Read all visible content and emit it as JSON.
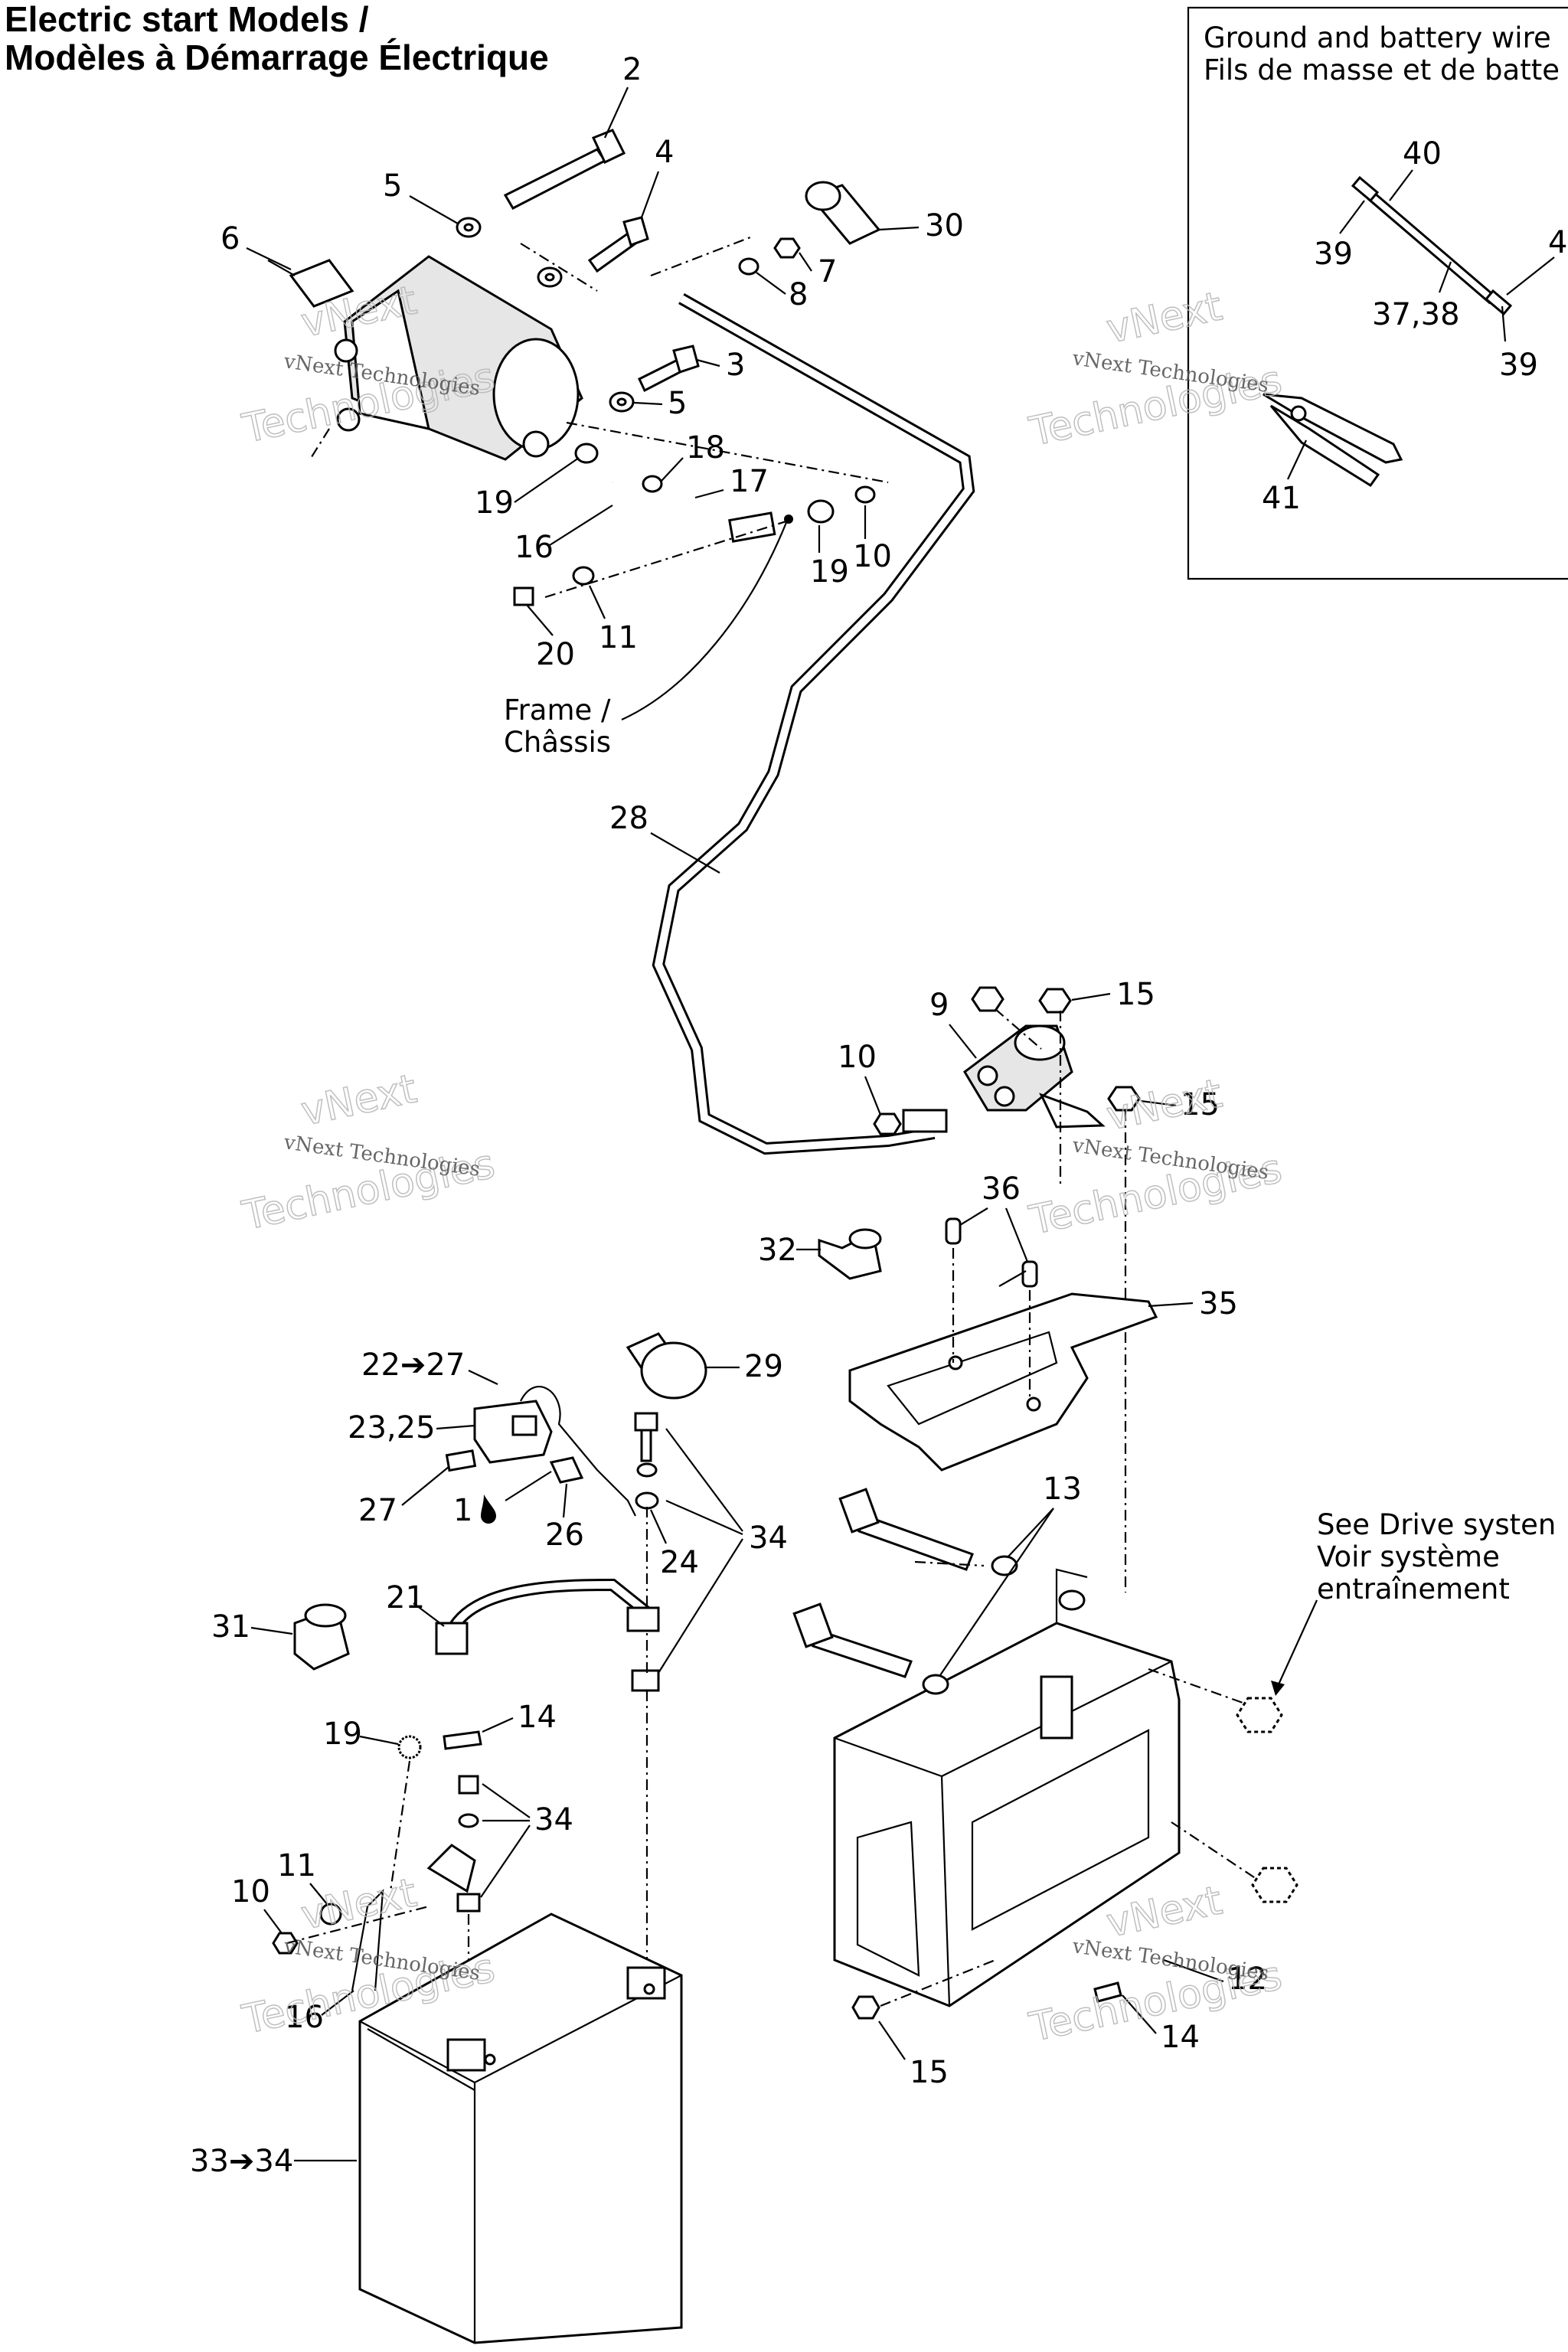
{
  "title": {
    "line1": "Electric start Models /",
    "line2": "Modèles à Démarrage Électrique"
  },
  "inset": {
    "title_line1": "Ground and battery wire",
    "title_line2": "Fils de masse et de batte"
  },
  "notes": {
    "frame_line1": "Frame /",
    "frame_line2": "Châssis",
    "drive_line1": "See Drive systen",
    "drive_line2": "Voir système",
    "drive_line3": "entraînement"
  },
  "labels": {
    "l2": "2",
    "l4": "4",
    "l5a": "5",
    "l6": "6",
    "l30": "30",
    "l7": "7",
    "l8": "8",
    "l3": "3",
    "l5b": "5",
    "l18": "18",
    "l17": "17",
    "l19a": "19",
    "l16a": "16",
    "l19b": "19",
    "l10a": "10",
    "l20": "20",
    "l11a": "11",
    "l28": "28",
    "l9": "9",
    "l15a": "15",
    "l10b": "10",
    "l15b": "15",
    "l36": "36",
    "l32": "32",
    "l35": "35",
    "l22": "22➔27",
    "l29": "29",
    "l2325": "23,25",
    "l27": "27",
    "l1": "1",
    "l26": "26",
    "l24": "24",
    "l34a": "34",
    "l13": "13",
    "l21": "21",
    "l31": "31",
    "l19c": "19",
    "l14a": "14",
    "l34b": "34",
    "l11b": "11",
    "l10c": "10",
    "l16b": "16",
    "l12": "12",
    "l14b": "14",
    "l15c": "15",
    "l3334": "33➔34",
    "l40": "40",
    "l39a": "39",
    "l3738": "37,38",
    "l4b": "4",
    "l39b": "39",
    "l41": "41"
  },
  "watermark": {
    "small": "vNext Technologies",
    "big_top": "vNext",
    "big_bottom": "Technologies"
  },
  "icons": [
    "oil-drop-icon"
  ]
}
